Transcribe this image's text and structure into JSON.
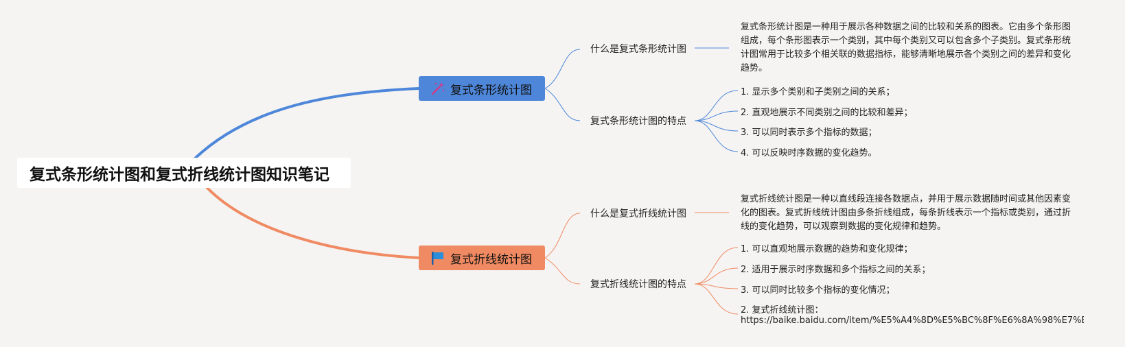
{
  "root": {
    "label": "复式条形统计图和复式折线统计图知识笔记"
  },
  "colors": {
    "branch1": "#4e87d9",
    "branch2": "#f08a62",
    "background": "#f5f4f3"
  },
  "branches": [
    {
      "label": "复式条形统计图",
      "icon": "magic-wand-icon",
      "subtopics": [
        {
          "label": "什么是复式条形统计图",
          "content": "复式条形统计图是一种用于展示各种数据之间的比较和关系的图表。它由多个条形图组成，每个条形图表示一个类别，其中每个类别又可以包含多个子类别。复式条形统计图常用于比较多个相关联的数据指标，能够清晰地展示各个类别之间的差异和变化趋势。"
        },
        {
          "label": "复式条形统计图的特点",
          "items": [
            "1. 显示多个类别和子类别之间的关系；",
            "2. 直观地展示不同类别之间的比较和差异；",
            "3. 可以同时表示多个指标的数据；",
            "4. 可以反映时序数据的变化趋势。"
          ]
        }
      ]
    },
    {
      "label": "复式折线统计图",
      "icon": "flag-icon",
      "subtopics": [
        {
          "label": "什么是复式折线统计图",
          "content": "复式折线统计图是一种以直线段连接各数据点，并用于展示数据随时间或其他因素变化的图表。复式折线统计图由多条折线组成，每条折线表示一个指标或类别，通过折线的变化趋势，可以观察到数据的变化规律和趋势。"
        },
        {
          "label": "复式折线统计图的特点",
          "items": [
            "1. 可以直观地展示数据的趋势和变化规律；",
            "2. 适用于展示时序数据和多个指标之间的关系；",
            "3. 可以同时比较多个指标的变化情况；",
            "2. 复式折线统计图："
          ],
          "url": "https://baike.baidu.com/item/%E5%A4%8D%E5%BC%8F%E6%8A%98%E7%BA%BF%E7%BB%9F%E8%AE%A1%E5%9B%BE"
        }
      ]
    }
  ]
}
